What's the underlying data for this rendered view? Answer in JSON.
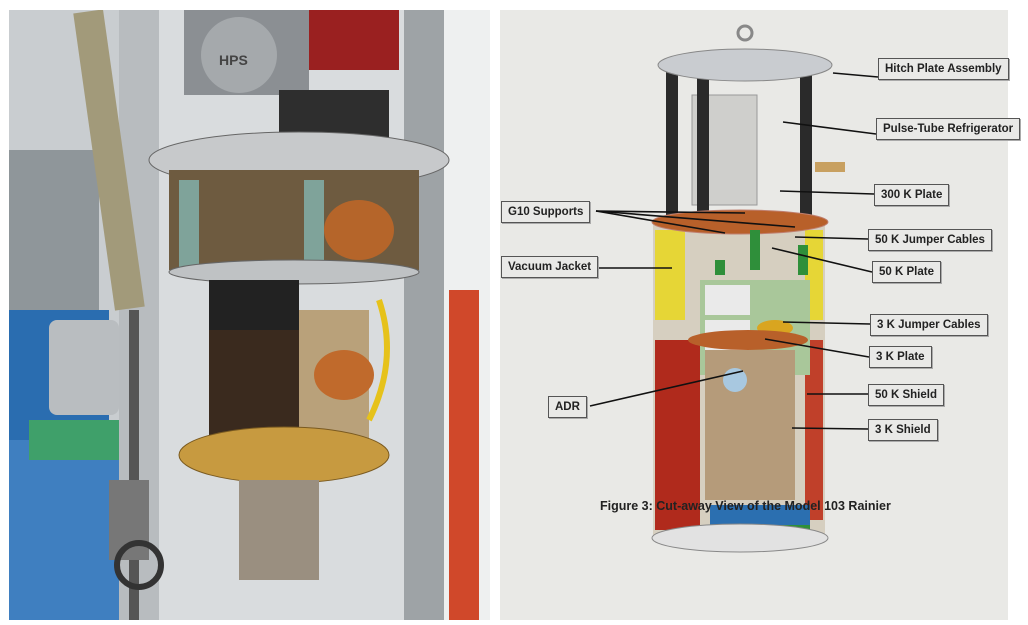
{
  "diagram": {
    "labels": {
      "hitch_plate": "Hitch Plate Assembly",
      "pulse_tube": "Pulse-Tube Refrigerator",
      "plate_300k": "300 K Plate",
      "g10": "G10 Supports",
      "jumper_50k": "50 K Jumper Cables",
      "vacuum_jacket": "Vacuum Jacket",
      "plate_50k": "50 K Plate",
      "jumper_3k": "3 K Jumper Cables",
      "plate_3k": "3 K Plate",
      "shield_50k": "50 K Shield",
      "shield_3k": "3 K Shield",
      "adr": "ADR"
    },
    "caption": "Figure 3: Cut-away View of the Model 103 Rainier",
    "colors": {
      "paper": "#e9e9e6",
      "vacuum_jacket": "#e8d836",
      "lower_jacket": "#b32418",
      "copper": "#b8602a",
      "green": "#2f8f3a",
      "blue": "#2b6fb0"
    }
  },
  "photo": {
    "plate_marking": "HPS"
  }
}
